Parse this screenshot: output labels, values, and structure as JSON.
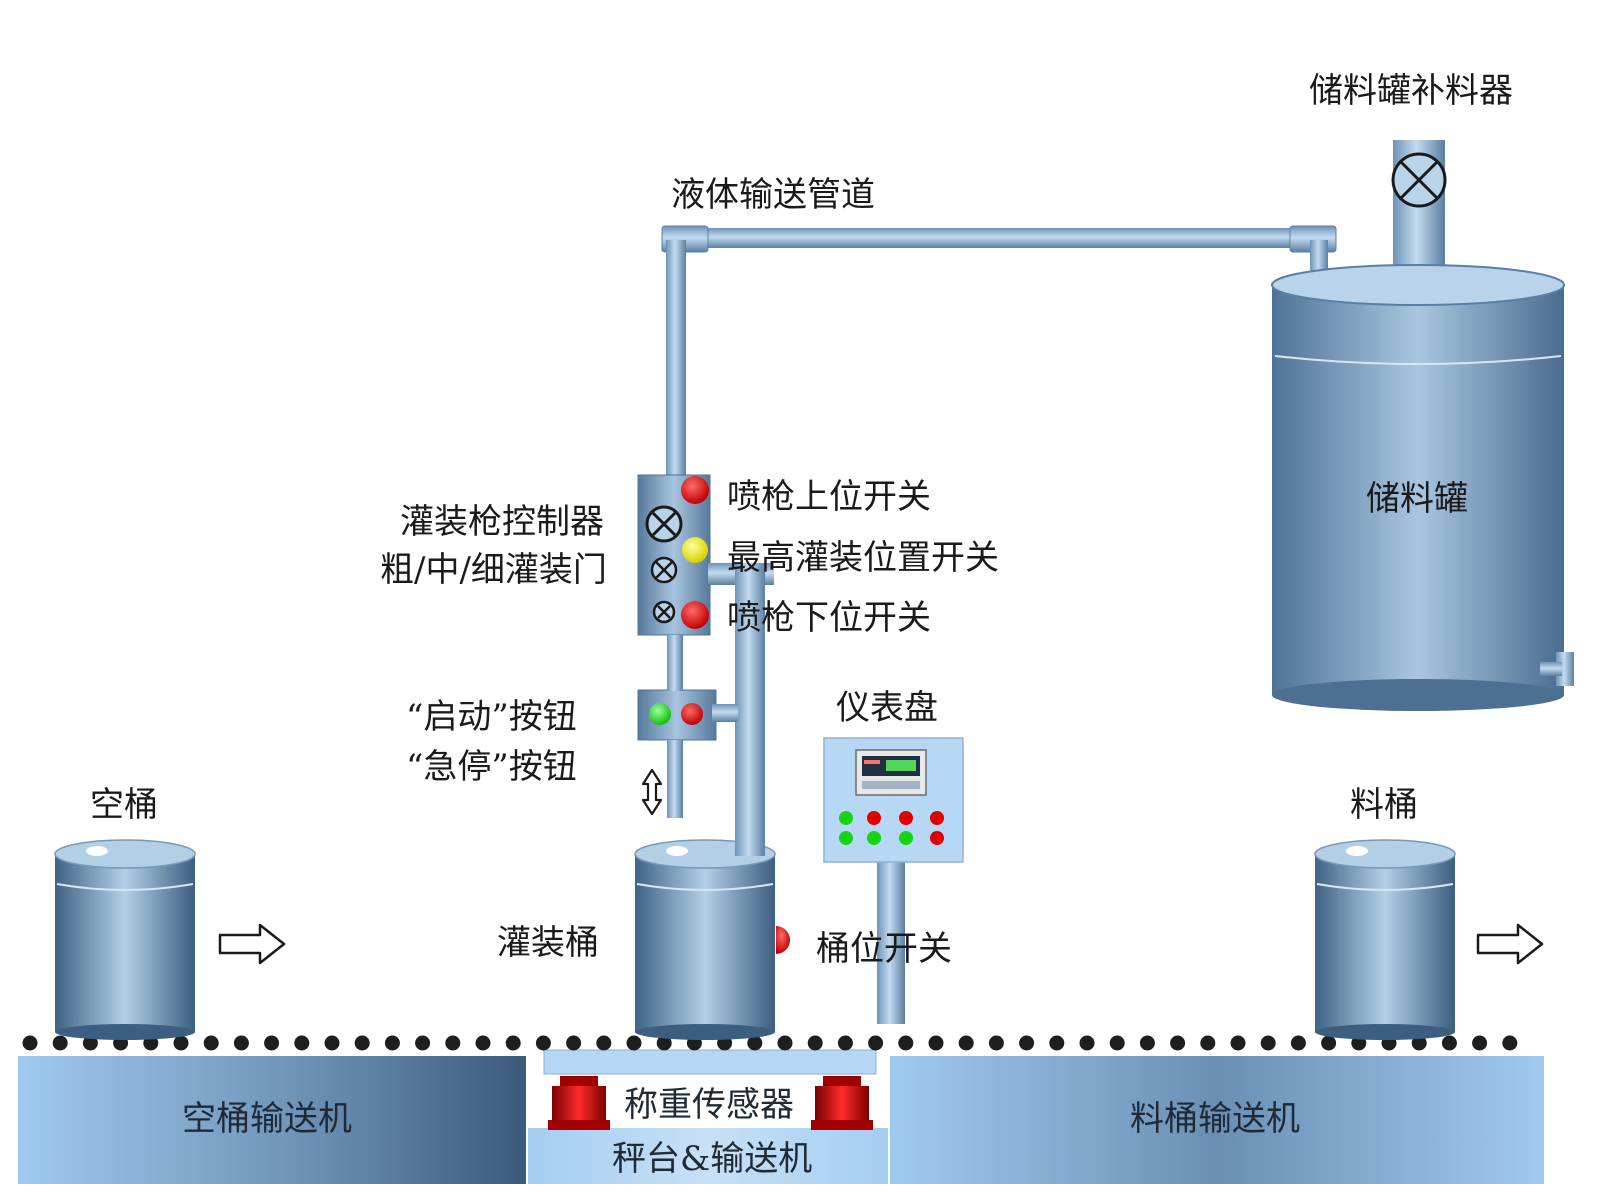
{
  "colors": {
    "pipe_light": "#b9d3ea",
    "pipe_mid": "#8fb0cf",
    "pipe_dark": "#5a7fa3",
    "conveyor_light": "#9ec9ef",
    "conveyor_dark": "#3f5f82",
    "roller": "#1e1e1e",
    "lamp_red": "#d40000",
    "lamp_yellow": "#e8e000",
    "lamp_green": "#14d414",
    "sensor_red": "#cc0000",
    "panel_bg": "#b7d8f5"
  },
  "labels": {
    "refill": "储料罐补料器",
    "pipeline": "液体输送管道",
    "storage_tank": "储料罐",
    "gun_controller": "灌装枪控制器",
    "gates": "粗/中/细灌装门",
    "gun_upper_switch": "喷枪上位开关",
    "max_fill_switch": "最高灌装位置开关",
    "gun_lower_switch": "喷枪下位开关",
    "start_button": "“启动”按钮",
    "estop_button": "“急停”按钮",
    "instrument_panel": "仪表盘",
    "empty_bucket": "空桶",
    "filled_bucket": "料桶",
    "filling_bucket": "灌装桶",
    "bucket_switch": "桶位开关",
    "empty_conveyor": "空桶输送机",
    "filled_conveyor": "料桶输送机",
    "load_cell": "称重传感器",
    "scale_conveyor": "秤台&输送机"
  },
  "icons": {
    "valve": "valve-x-icon",
    "arrow_right": "arrow-right-icon",
    "arrow_updown": "arrow-updown-icon",
    "lamp": "indicator-lamp-icon",
    "display": "weighing-display-icon"
  }
}
